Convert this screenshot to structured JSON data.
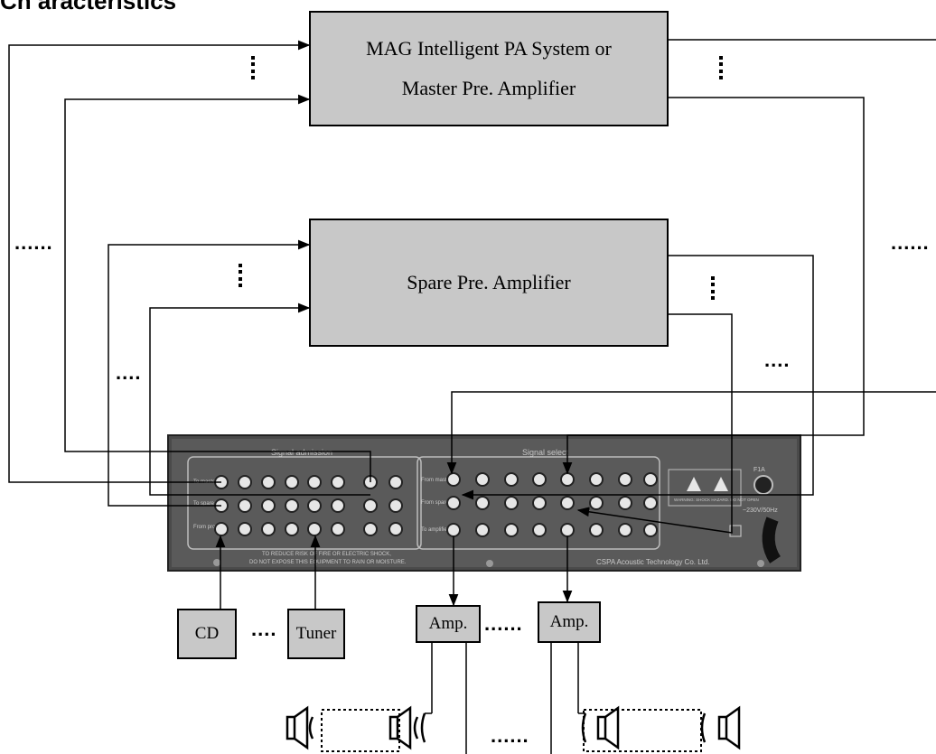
{
  "header_fragment": "Ch aracteristics",
  "master_box": {
    "line1": "MAG Intelligent PA System or",
    "line2": "Master Pre. Amplifier"
  },
  "spare_box": {
    "label": "Spare Pre. Amplifier"
  },
  "sources": {
    "cd": "CD",
    "tuner": "Tuner"
  },
  "amps": {
    "amp1": "Amp.",
    "amp2": "Amp."
  },
  "ellipsis": "......",
  "ellipsis_short": "....",
  "panel": {
    "left_group_title": "Signal admission",
    "right_group_title": "Signal select",
    "row_labels_left": [
      "To master",
      "To spare",
      "From program"
    ],
    "row_labels_right": [
      "From master",
      "From spare",
      "To amplifier"
    ],
    "warning_line1": "TO REDUCE RISK OF FIRE OR ELECTRIC SHOCK,",
    "warning_line2": "DO NOT EXPOSE THIS EQUIPMENT TO RAIN OR MOISTURE.",
    "caution_text": "WARNING: SHOCK HAZARD. DO NOT OPEN",
    "fuse_label": "F1A",
    "power_label": "~230V/50Hz",
    "brand": "CSPA Acoustic Technology Co. Ltd."
  }
}
